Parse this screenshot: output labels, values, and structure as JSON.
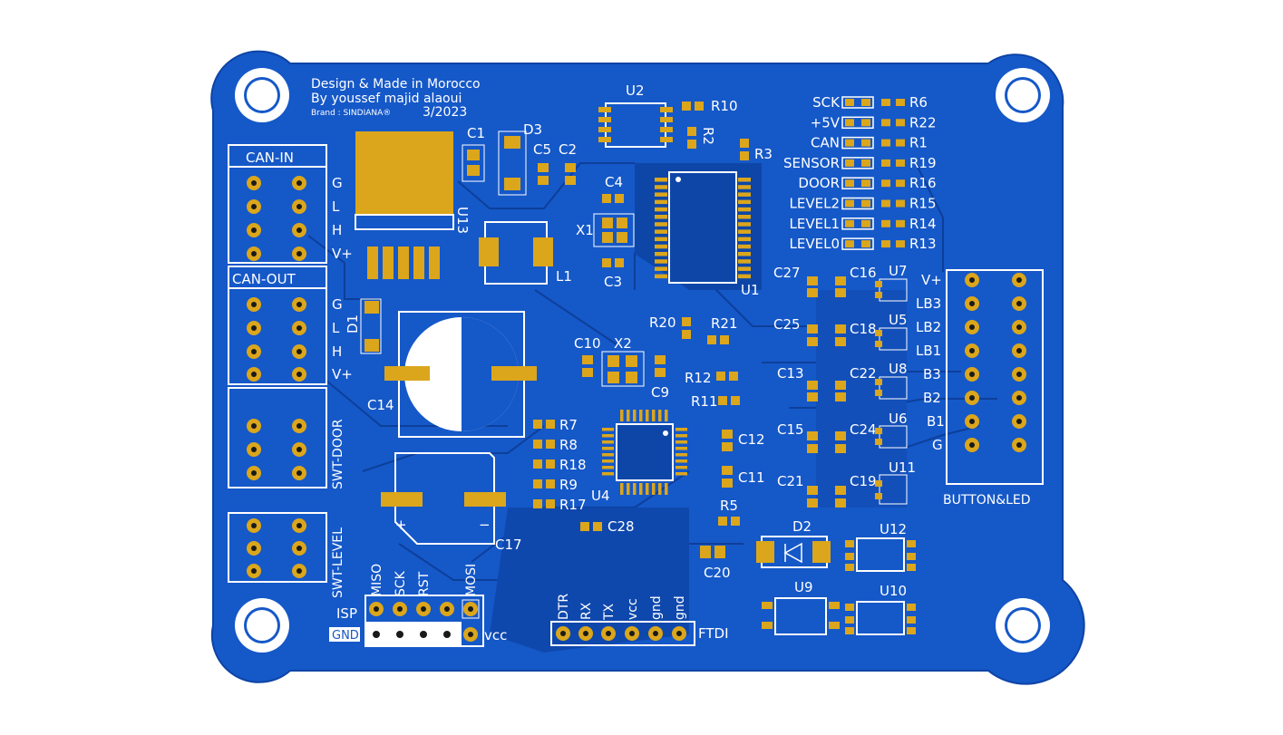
{
  "board": {
    "text_lines": [
      "Design & Made in Morocco",
      "By youssef majid alaoui"
    ],
    "brand": "Brand : SINDIANA®",
    "date": "3/2023",
    "colors": {
      "board": "#1558c8",
      "copper": "#dba61c",
      "silk": "#ffffff",
      "trace": "#0d3f9a"
    }
  },
  "connectors": {
    "can_in": {
      "title": "CAN-IN",
      "pins": [
        "G",
        "L",
        "H",
        "V+"
      ]
    },
    "can_out": {
      "title": "CAN-OUT",
      "pins": [
        "G",
        "L",
        "H",
        "V+"
      ]
    },
    "swt_door": {
      "title": "SWT-DOOR"
    },
    "swt_level": {
      "title": "SWT-LEVEL"
    },
    "button_led": {
      "title": "BUTTON&LED",
      "pins": [
        "V+",
        "LB3",
        "LB2",
        "LB1",
        "B3",
        "B2",
        "B1",
        "G"
      ]
    },
    "isp": {
      "title": "ISP",
      "gnd": "GND",
      "vcc": "vcc",
      "pins": [
        "MISO",
        "SCK",
        "RST",
        "MOSI"
      ]
    },
    "ftdi": {
      "title": "FTDI",
      "pins": [
        "DTR",
        "RX",
        "TX",
        "vcc",
        "gnd",
        "gnd"
      ]
    }
  },
  "signals": [
    {
      "label": "SCK",
      "res": "R6"
    },
    {
      "label": "+5V",
      "res": "R22"
    },
    {
      "label": "CAN",
      "res": "R1"
    },
    {
      "label": "SENSOR",
      "res": "R19"
    },
    {
      "label": "DOOR",
      "res": "R16"
    },
    {
      "label": "LEVEL2",
      "res": "R15"
    },
    {
      "label": "LEVEL1",
      "res": "R14"
    },
    {
      "label": "LEVEL0",
      "res": "R13"
    }
  ],
  "refs": {
    "U1": "U1",
    "U2": "U2",
    "U4": "U4",
    "U5": "U5",
    "U6": "U6",
    "U7": "U7",
    "U8": "U8",
    "U9": "U9",
    "U10": "U10",
    "U11": "U11",
    "U12": "U12",
    "U13": "U13",
    "C1": "C1",
    "C2": "C2",
    "C3": "C3",
    "C4": "C4",
    "C5": "C5",
    "C9": "C9",
    "C10": "C10",
    "C11": "C11",
    "C12": "C12",
    "C13": "C13",
    "C14": "C14",
    "C15": "C15",
    "C16": "C16",
    "C17": "C17",
    "C18": "C18",
    "C19": "C19",
    "C20": "C20",
    "C21": "C21",
    "C22": "C22",
    "C24": "C24",
    "C25": "C25",
    "C27": "C27",
    "C28": "C28",
    "D1": "D1",
    "D2": "D2",
    "D3": "D3",
    "L1": "L1",
    "X1": "X1",
    "X2": "X2",
    "R2": "R2",
    "R3": "R3",
    "R5": "R5",
    "R7": "R7",
    "R8": "R8",
    "R9": "R9",
    "R10": "R10",
    "R11": "R11",
    "R12": "R12",
    "R17": "R17",
    "R18": "R18",
    "R20": "R20",
    "R21": "R21",
    "plus": "+",
    "minus": "−"
  }
}
